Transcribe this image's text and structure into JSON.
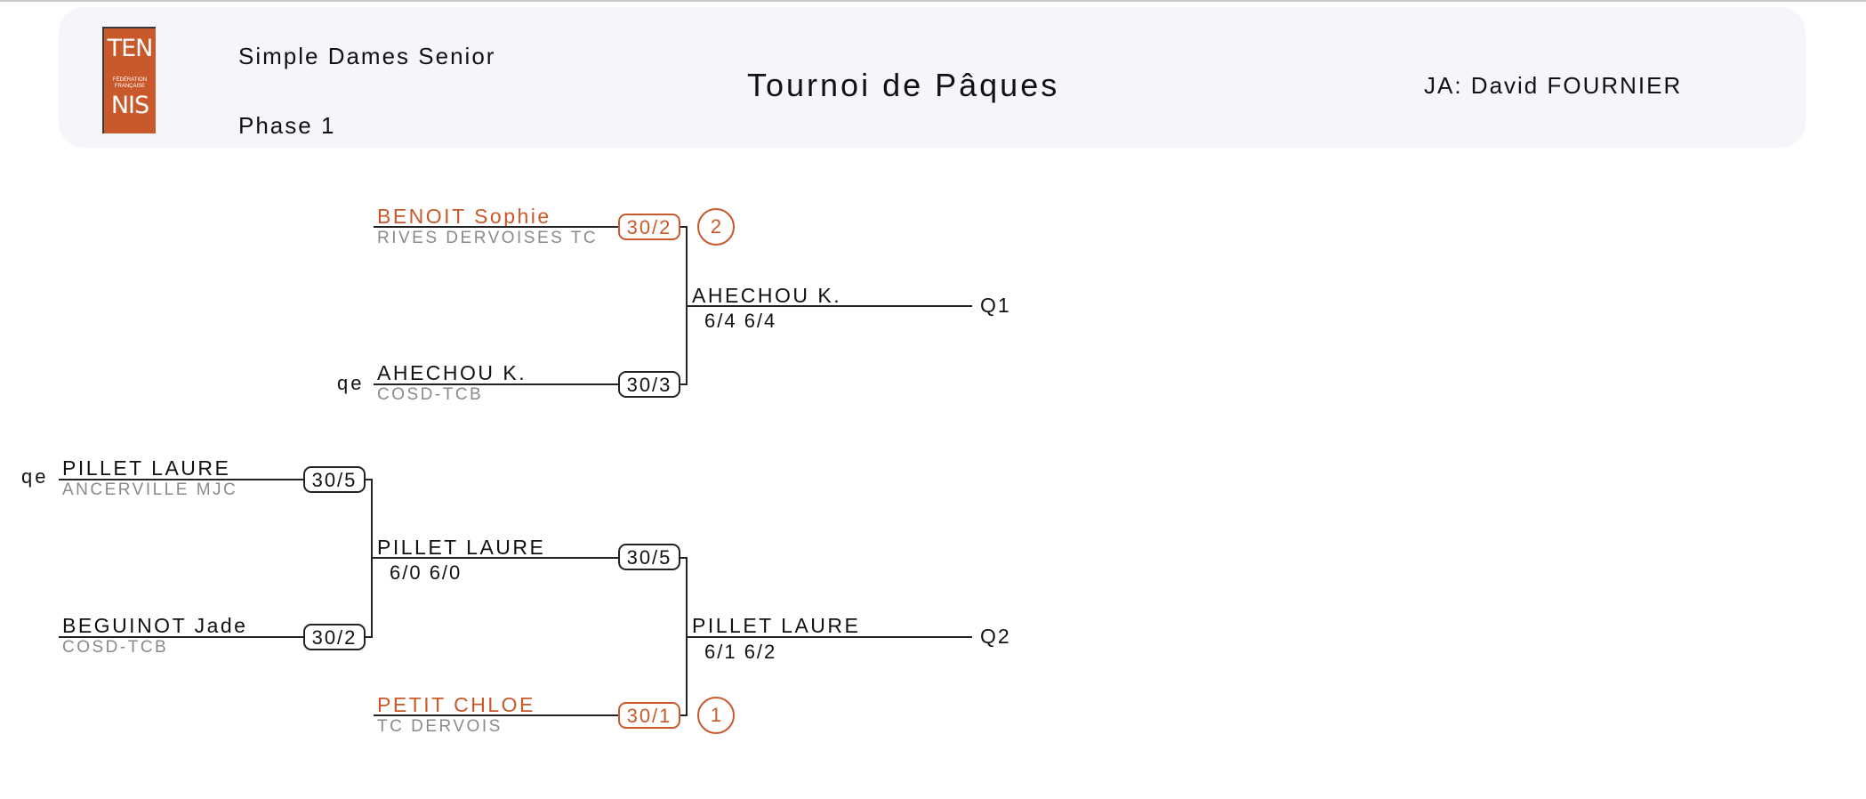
{
  "header": {
    "logo": {
      "top": "TEN",
      "middle": "FÉDÉRATION FRANÇAISE",
      "bottom": "NIS"
    },
    "category": "Simple Dames Senior",
    "phase": "Phase 1",
    "title": "Tournoi de Pâques",
    "referee": "JA: David FOURNIER"
  },
  "colors": {
    "accent": "#c9582a",
    "header_bg": "#f4f6fa",
    "club_text": "#8a8a8a"
  },
  "bracket": {
    "players": [
      {
        "name": "BENOIT Sophie",
        "club": "RIVES DERVOISES TC",
        "rank": "30/2",
        "seed": "2",
        "entry": ""
      },
      {
        "name": "AHECHOU K.",
        "club": "COSD-TCB",
        "rank": "30/3",
        "seed": "",
        "entry": "qe"
      },
      {
        "name": "PILLET LAURE",
        "club": "ANCERVILLE MJC",
        "rank": "30/5",
        "seed": "",
        "entry": "qe"
      },
      {
        "name": "BEGUINOT Jade",
        "club": "COSD-TCB",
        "rank": "30/2",
        "seed": "",
        "entry": ""
      },
      {
        "name": "PETIT CHLOE",
        "club": "TC DERVOIS",
        "rank": "30/1",
        "seed": "1",
        "entry": ""
      }
    ],
    "matches": [
      {
        "winner": "PILLET LAURE",
        "score": "6/0 6/0",
        "winner_rank": "30/5"
      },
      {
        "winner": "AHECHOU K.",
        "score": "6/4 6/4",
        "qualifier": "Q1"
      },
      {
        "winner": "PILLET LAURE",
        "score": "6/1 6/2",
        "qualifier": "Q2"
      }
    ]
  }
}
